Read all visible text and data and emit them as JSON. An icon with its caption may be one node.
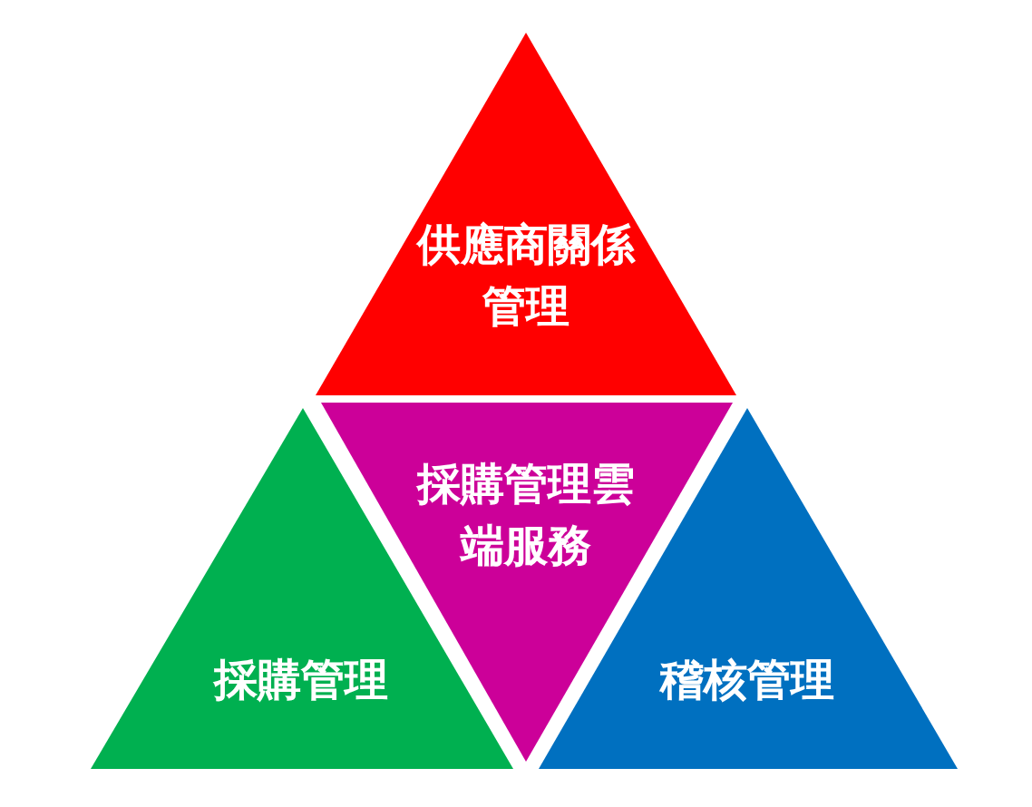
{
  "diagram": {
    "nodes": [
      {
        "text": [
          "供應商關係管理"
        ]
      },
      {
        "text": [
          "採購管理"
        ]
      },
      {
        "text": [
          "採購管理雲端服務"
        ]
      },
      {
        "text": [
          "稽核管理"
        ]
      }
    ]
  }
}
